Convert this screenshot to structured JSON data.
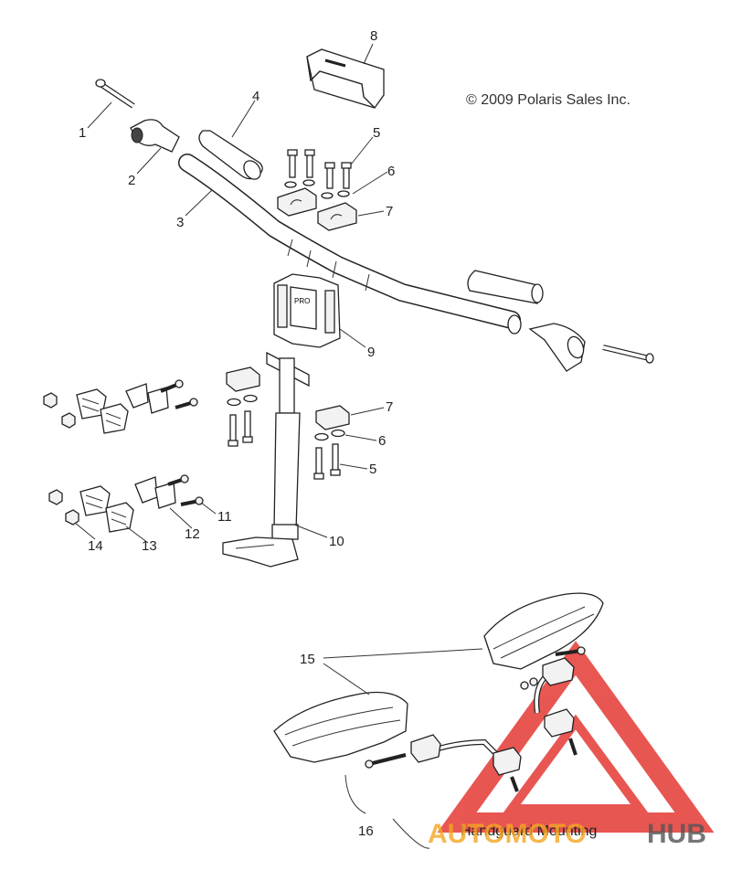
{
  "copyright": "© 2009 Polaris Sales Inc.",
  "caption": "Handguard Mounting",
  "callouts": [
    "1",
    "2",
    "3",
    "4",
    "5",
    "6",
    "7",
    "8",
    "9",
    "7",
    "6",
    "5",
    "10",
    "11",
    "12",
    "13",
    "14",
    "15",
    "16"
  ],
  "watermark": {
    "part1": "AUTOMOTO",
    "part2": "HUB",
    "colors": {
      "orange": "#f5a623",
      "red": "#e53935",
      "dark": "#555555"
    }
  },
  "parts": {
    "bolt_1": "bolt-icon",
    "endcap_2": "bar-end-icon",
    "handlebar_3": "handlebar-icon",
    "grip_4": "grip-icon",
    "bolt_5": "bolt-icon",
    "washer_6": "washer-icon",
    "clamp_7": "clamp-icon",
    "pad_8": "crossbar-pad-icon",
    "clamp_9": "bar-clamp-icon",
    "post_10": "steering-post-icon",
    "bolt_11": "bolt-icon",
    "bracket_12": "bracket-icon",
    "clip_13": "clip-icon",
    "nut_14": "nut-icon",
    "handguard_15": "handguard-icon",
    "mount_16": "handguard-mount-icon"
  }
}
